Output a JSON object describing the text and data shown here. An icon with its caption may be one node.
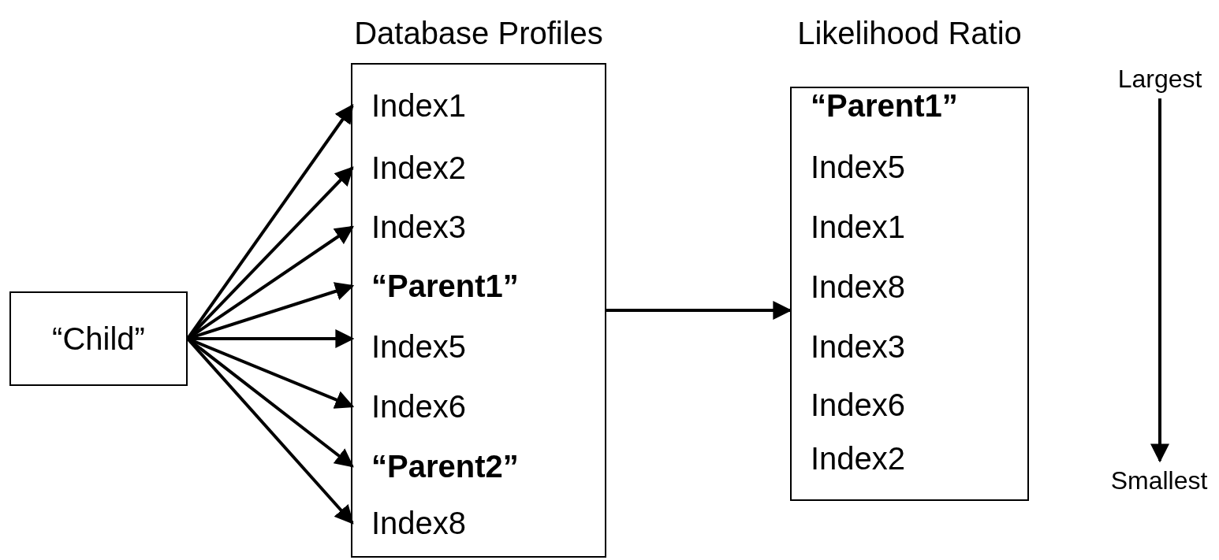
{
  "diagram": {
    "nodes": [
      {
        "text": [
          "“Child”"
        ]
      },
      {
        "text": [
          "Database Profiles"
        ]
      },
      {
        "text": [
          "Index1"
        ],
        "in": 1
      },
      {
        "text": [
          "Index2"
        ],
        "in": 1
      },
      {
        "text": [
          "Index3"
        ],
        "in": 1
      },
      {
        "text": [
          "**“Parent1”**"
        ],
        "in": 1
      },
      {
        "text": [
          "Index5"
        ],
        "in": 1
      },
      {
        "text": [
          "Index6"
        ],
        "in": 1
      },
      {
        "text": [
          "**“Parent2”**"
        ],
        "in": 1
      },
      {
        "text": [
          "Index8"
        ],
        "in": 1
      },
      {
        "text": [
          "Likelihood Ratio"
        ]
      },
      {
        "text": [
          "**“Parent1”**"
        ],
        "in": 10
      },
      {
        "text": [
          "Index5"
        ],
        "in": 10
      },
      {
        "text": [
          "Index1"
        ],
        "in": 10
      },
      {
        "text": [
          "Index8"
        ],
        "in": 10
      },
      {
        "text": [
          "Index3"
        ],
        "in": 10
      },
      {
        "text": [
          "Index6"
        ],
        "in": 10
      },
      {
        "text": [
          "Index2"
        ],
        "in": 10
      },
      {
        "text": [
          "Largest"
        ]
      },
      {
        "text": [
          "Smallest"
        ]
      }
    ],
    "edges": [
      {
        "from": 0,
        "to": 2,
        "arrow": "to"
      },
      {
        "from": 0,
        "to": 3,
        "arrow": "to"
      },
      {
        "from": 0,
        "to": 4,
        "arrow": "to"
      },
      {
        "from": 0,
        "to": 5,
        "arrow": "to"
      },
      {
        "from": 0,
        "to": 6,
        "arrow": "to"
      },
      {
        "from": 0,
        "to": 7,
        "arrow": "to"
      },
      {
        "from": 0,
        "to": 8,
        "arrow": "to"
      },
      {
        "from": 0,
        "to": 9,
        "arrow": "to"
      },
      {
        "from": 1,
        "to": 10,
        "arrow": "to"
      },
      {
        "from": 18,
        "to": 19,
        "arrow": "to"
      }
    ]
  }
}
